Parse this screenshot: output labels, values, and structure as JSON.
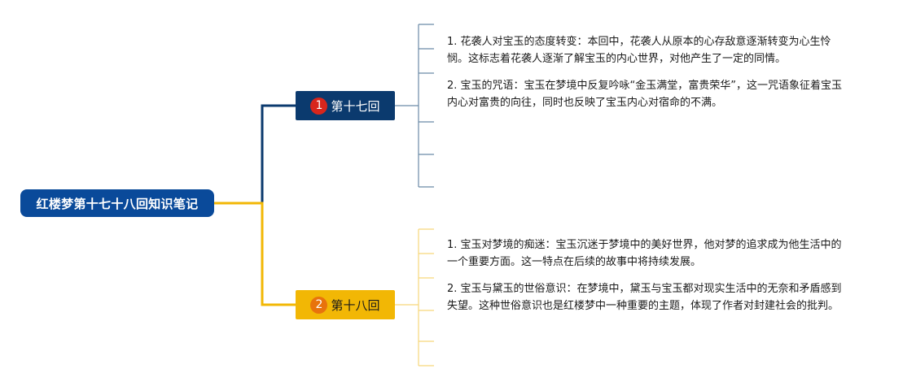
{
  "root": {
    "title": "红楼梦第十七十八回知识笔记",
    "color": "#0a4a9a",
    "text_color": "#ffffff"
  },
  "branches": [
    {
      "num": "1",
      "label": "第十七回",
      "color": "#0b3a6e",
      "line_color": "#0b3a6e",
      "badge_color": "#d8261c",
      "leaf_line_color": "#6b8aa6",
      "notes": [
        "1. 花袭人对宝玉的态度转变：本回中，花袭人从原本的心存敌意逐渐转变为心生怜悯。这标志着花袭人逐渐了解宝玉的内心世界，对他产生了一定的同情。",
        "2. 宝玉的咒语：宝玉在梦境中反复吟咏“金玉满堂，富贵荣华”，这一咒语象征着宝玉内心对富贵的向往，同时也反映了宝玉内心对宿命的不满。"
      ]
    },
    {
      "num": "2",
      "label": "第十八回",
      "color": "#f2b705",
      "line_color": "#f2b705",
      "badge_color": "#e8730c",
      "leaf_line_color": "#f6d77a",
      "notes": [
        "1. 宝玉对梦境的痴迷：宝玉沉迷于梦境中的美好世界，他对梦的追求成为他生活中的一个重要方面。这一特点在后续的故事中将持续发展。",
        "2. 宝玉与黛玉的世俗意识：在梦境中，黛玉与宝玉都对现实生活中的无奈和矛盾感到失望。这种世俗意识也是红楼梦中一种重要的主题，体现了作者对封建社会的批判。"
      ]
    }
  ]
}
